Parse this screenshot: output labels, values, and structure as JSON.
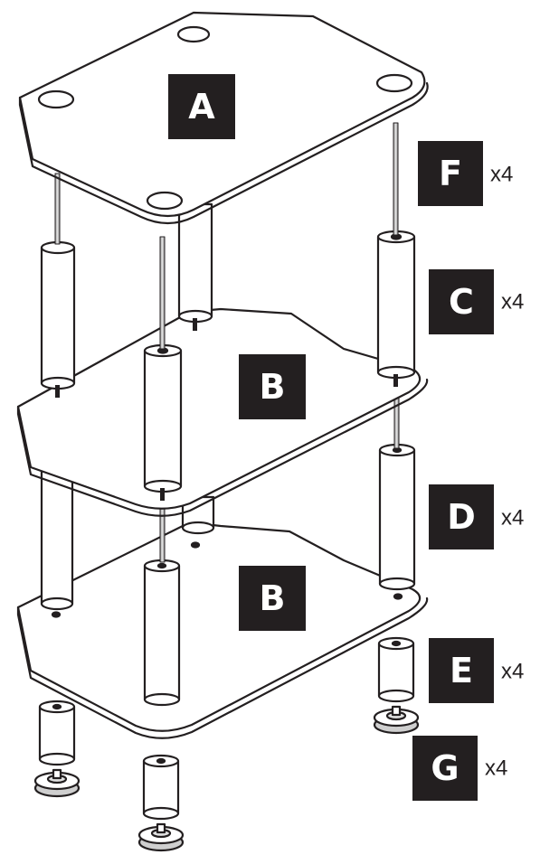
{
  "diagram": {
    "parts": [
      {
        "id": "top-shelf",
        "letter": "A",
        "qty": ""
      },
      {
        "id": "middle-shelf",
        "letter": "B",
        "qty": ""
      },
      {
        "id": "bottom-shelf",
        "letter": "B",
        "qty": ""
      },
      {
        "id": "threaded-rod",
        "letter": "F",
        "qty": "x4"
      },
      {
        "id": "upper-spacer",
        "letter": "C",
        "qty": "x4"
      },
      {
        "id": "lower-spacer",
        "letter": "D",
        "qty": "x4"
      },
      {
        "id": "foot-spacer",
        "letter": "E",
        "qty": "x4"
      },
      {
        "id": "spike-foot",
        "letter": "G",
        "qty": "x4"
      }
    ],
    "colors": {
      "ink": "#231f20",
      "paper": "#ffffff",
      "label_bg": "#231f20",
      "label_text": "#ffffff"
    }
  }
}
